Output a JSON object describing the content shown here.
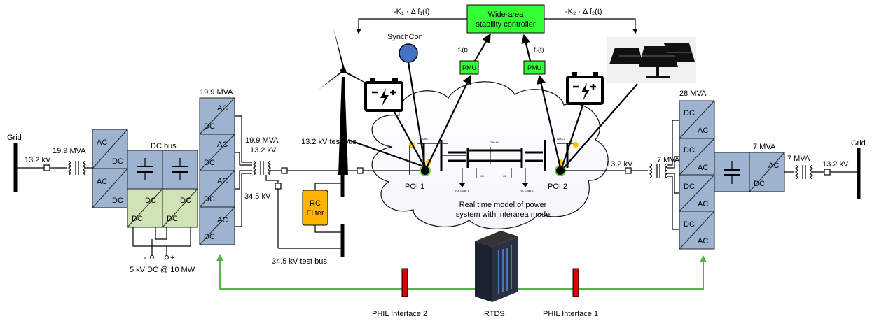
{
  "colors": {
    "converter": "#9db3d0",
    "converter_dc": "#cfe3b6",
    "pmu": "#33ff33",
    "controller": "#33ff33",
    "rc_filter": "#ffb400",
    "phil_interface": "#e00000",
    "hardware_loop": "#55b34a",
    "synchcon": "#4472c4"
  },
  "left": {
    "grid_label": "Grid",
    "grid_voltage": "13.2 kV",
    "xfmr1_rating": "19.9 MVA",
    "dc_bus_label": "DC bus",
    "ac": "AC",
    "dc": "DC",
    "stack_rating": "19.9 MVA",
    "xfmr2_rating": "19.9 MVA",
    "xfmr2_voltage": "13.2 kV",
    "xfmr2_secondary": "34.5 kV",
    "dc_minus": "-",
    "dc_plus": "+",
    "dc_source": "5 kV DC @ 10 MW"
  },
  "middle": {
    "test_bus_132": "13.2 kV test bus",
    "test_bus_345": "34.5 kV test bus",
    "rc_filter_line1": "RC",
    "rc_filter_line2": "FIlter",
    "poi1": "POI 1",
    "poi2": "POI 2",
    "cloud_text_line1": "Real time model of power",
    "cloud_text_line2": "system with interarea mode",
    "area1": "Area 1",
    "area2": "Area 2",
    "tie_line": "230 kV",
    "c1": "C1",
    "c2": "C2",
    "load1": "R-L Load 1",
    "load2": "R-L Load 2"
  },
  "control": {
    "controller_line1": "Wide-area",
    "controller_line2": "stability  controller",
    "signal_left": "-K₁ · Δ f₁(t)",
    "signal_right": "-K₂ · Δ f₂(t)",
    "f1": "f₁(t)",
    "f2": "f₂(t)",
    "pmu1": "PMU",
    "pmu2": "PMU",
    "synchcon": "SynchCon"
  },
  "right": {
    "stack_rating": "28 MVA",
    "xfmr1_voltage": "13.2 kV",
    "xfmr1_rating": "7 MVA",
    "conv_rating": "7 MVA",
    "xfmr2_rating": "7 MVA",
    "grid_voltage": "13.2 kV",
    "grid_label": "Grid",
    "dc": "DC",
    "ac": "AC"
  },
  "bottom": {
    "phil2": "PHIL Interface 2",
    "rtds": "RTDS",
    "phil1": "PHIL Interface 1"
  }
}
